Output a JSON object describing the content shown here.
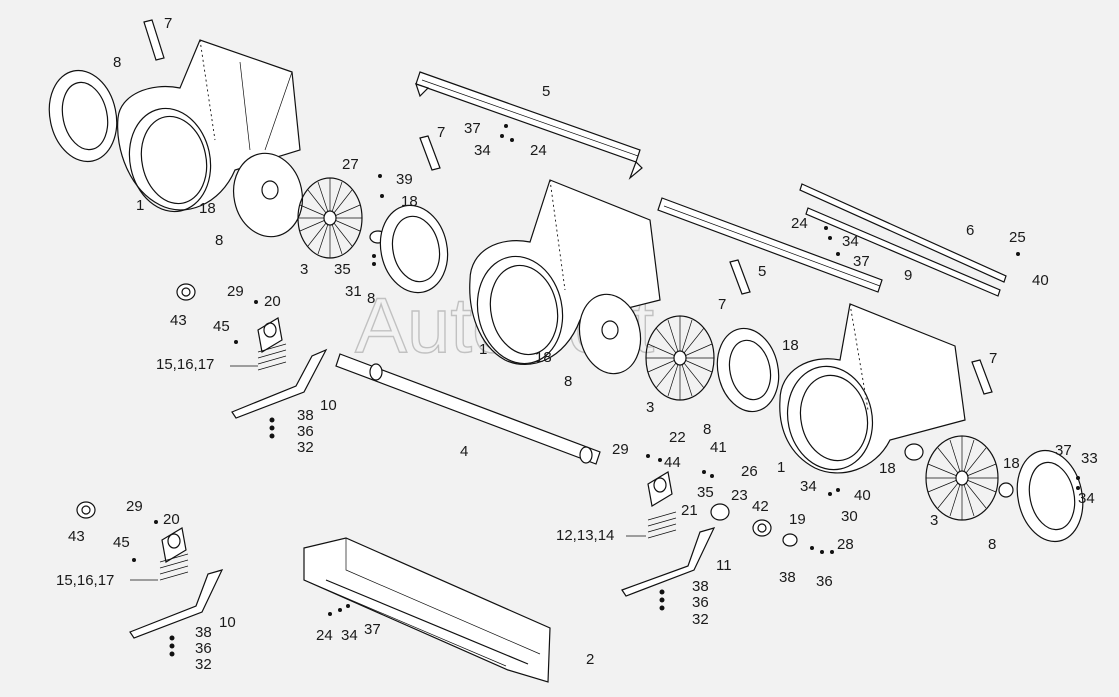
{
  "watermark": "AutoSoft",
  "labels": [
    {
      "id": "p7a",
      "text": "7"
    },
    {
      "id": "p8a",
      "text": "8"
    },
    {
      "id": "p1a",
      "text": "1"
    },
    {
      "id": "p18a",
      "text": "18"
    },
    {
      "id": "p8b",
      "text": "8"
    },
    {
      "id": "p27",
      "text": "27"
    },
    {
      "id": "p39",
      "text": "39"
    },
    {
      "id": "p18b",
      "text": "18"
    },
    {
      "id": "p3a",
      "text": "3"
    },
    {
      "id": "p35a",
      "text": "35"
    },
    {
      "id": "p31",
      "text": "31"
    },
    {
      "id": "p8c",
      "text": "8"
    },
    {
      "id": "p5a",
      "text": "5"
    },
    {
      "id": "p7b",
      "text": "7"
    },
    {
      "id": "p37a",
      "text": "37"
    },
    {
      "id": "p34a",
      "text": "34"
    },
    {
      "id": "p24a",
      "text": "24"
    },
    {
      "id": "p29a",
      "text": "29"
    },
    {
      "id": "p20a",
      "text": "20"
    },
    {
      "id": "p43a",
      "text": "43"
    },
    {
      "id": "p45a",
      "text": "45"
    },
    {
      "id": "p151617a",
      "text": "15,16,17"
    },
    {
      "id": "p10a",
      "text": "10"
    },
    {
      "id": "p38a",
      "text": "38"
    },
    {
      "id": "p36a",
      "text": "36"
    },
    {
      "id": "p32a",
      "text": "32"
    },
    {
      "id": "p4",
      "text": "4"
    },
    {
      "id": "p1b",
      "text": "1"
    },
    {
      "id": "p18c",
      "text": "18"
    },
    {
      "id": "p8d",
      "text": "8"
    },
    {
      "id": "p3b",
      "text": "3"
    },
    {
      "id": "p5b",
      "text": "5"
    },
    {
      "id": "p7c",
      "text": "7"
    },
    {
      "id": "p24b",
      "text": "24"
    },
    {
      "id": "p34b",
      "text": "34"
    },
    {
      "id": "p37b",
      "text": "37"
    },
    {
      "id": "p9",
      "text": "9"
    },
    {
      "id": "p6",
      "text": "6"
    },
    {
      "id": "p25",
      "text": "25"
    },
    {
      "id": "p40a",
      "text": "40"
    },
    {
      "id": "p18d",
      "text": "18"
    },
    {
      "id": "p7d",
      "text": "7"
    },
    {
      "id": "p29b",
      "text": "29"
    },
    {
      "id": "p22",
      "text": "22"
    },
    {
      "id": "p44",
      "text": "44"
    },
    {
      "id": "p8e",
      "text": "8"
    },
    {
      "id": "p41",
      "text": "41"
    },
    {
      "id": "p26",
      "text": "26"
    },
    {
      "id": "p1c",
      "text": "1"
    },
    {
      "id": "p35b",
      "text": "35"
    },
    {
      "id": "p23",
      "text": "23"
    },
    {
      "id": "p21",
      "text": "21"
    },
    {
      "id": "p121314",
      "text": "12,13,14"
    },
    {
      "id": "p42",
      "text": "42"
    },
    {
      "id": "p19",
      "text": "19"
    },
    {
      "id": "p34c",
      "text": "34"
    },
    {
      "id": "p40b",
      "text": "40"
    },
    {
      "id": "p30",
      "text": "30"
    },
    {
      "id": "p18e",
      "text": "18"
    },
    {
      "id": "p18f",
      "text": "18"
    },
    {
      "id": "p37c",
      "text": "37"
    },
    {
      "id": "p33",
      "text": "33"
    },
    {
      "id": "p34d",
      "text": "34"
    },
    {
      "id": "p3c",
      "text": "3"
    },
    {
      "id": "p8f",
      "text": "8"
    },
    {
      "id": "p28",
      "text": "28"
    },
    {
      "id": "p38b",
      "text": "38"
    },
    {
      "id": "p36b",
      "text": "36"
    },
    {
      "id": "p11",
      "text": "11"
    },
    {
      "id": "p38c",
      "text": "38"
    },
    {
      "id": "p36c",
      "text": "36"
    },
    {
      "id": "p32b",
      "text": "32"
    },
    {
      "id": "p43b",
      "text": "43"
    },
    {
      "id": "p29c",
      "text": "29"
    },
    {
      "id": "p20b",
      "text": "20"
    },
    {
      "id": "p45b",
      "text": "45"
    },
    {
      "id": "p151617b",
      "text": "15,16,17"
    },
    {
      "id": "p10b",
      "text": "10"
    },
    {
      "id": "p38d",
      "text": "38"
    },
    {
      "id": "p36d",
      "text": "36"
    },
    {
      "id": "p32c",
      "text": "32"
    },
    {
      "id": "p24c",
      "text": "24"
    },
    {
      "id": "p34e",
      "text": "34"
    },
    {
      "id": "p37d",
      "text": "37"
    },
    {
      "id": "p2",
      "text": "2"
    }
  ]
}
